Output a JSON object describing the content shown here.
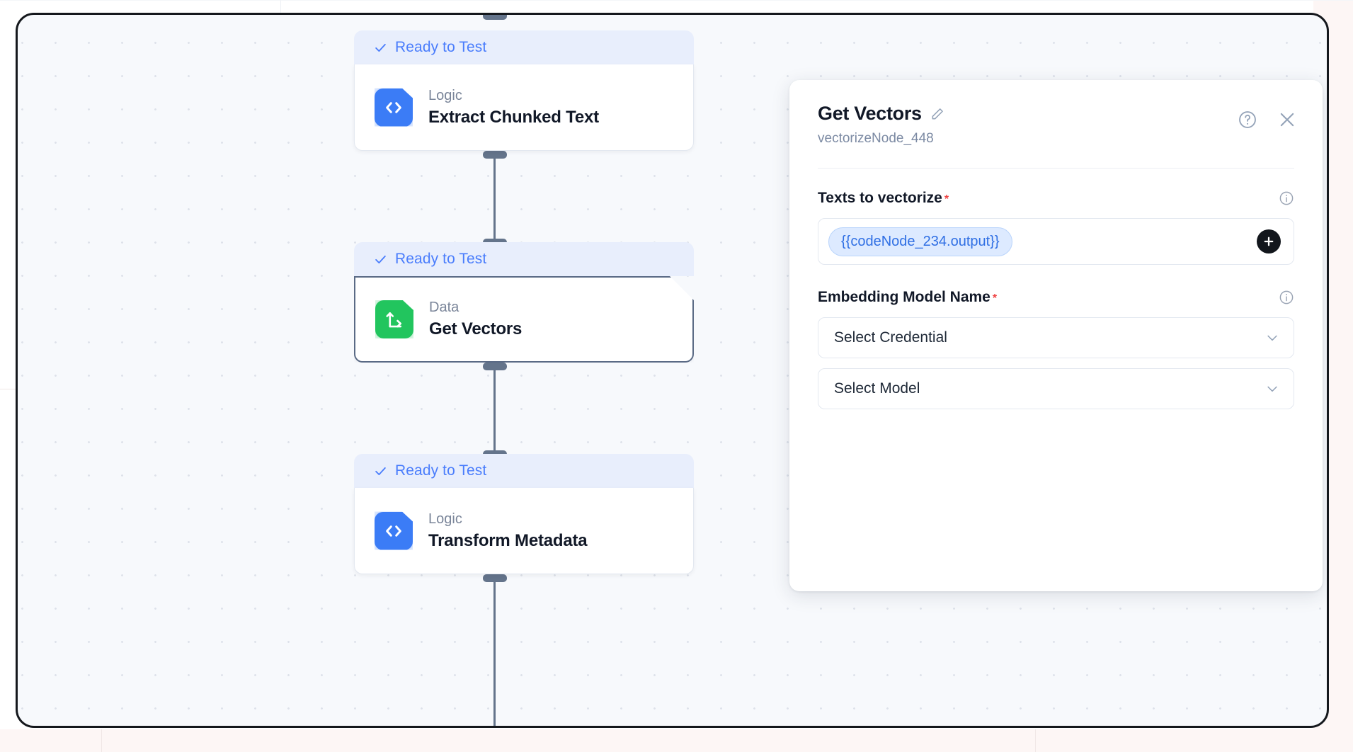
{
  "canvas": {
    "background_color": "#f7f9fc",
    "dot_grid": true,
    "nodes": [
      {
        "status": "Ready to Test",
        "status_icon": "check-icon",
        "kind": "Logic",
        "title": "Extract Chunked Text",
        "icon": "code-tag-icon",
        "icon_color": "#3b7cf6",
        "selected": false
      },
      {
        "status": "Ready to Test",
        "status_icon": "check-icon",
        "kind": "Data",
        "title": "Get Vectors",
        "icon": "vector-axes-icon",
        "icon_color": "#22c55e",
        "selected": true
      },
      {
        "status": "Ready to Test",
        "status_icon": "check-icon",
        "kind": "Logic",
        "title": "Transform Metadata",
        "icon": "code-tag-icon",
        "icon_color": "#3b7cf6",
        "selected": false
      }
    ]
  },
  "inspector": {
    "title": "Get Vectors",
    "edit_icon": "pencil-icon",
    "subtitle": "vectorizeNode_448",
    "help_icon": "question-circle-icon",
    "close_icon": "close-icon",
    "fields": {
      "texts": {
        "label": "Texts to vectorize",
        "required": "*",
        "info_icon": "info-circle-icon",
        "chips": [
          "{{codeNode_234.output}}"
        ],
        "add_icon": "plus-icon"
      },
      "embedding": {
        "label": "Embedding Model Name",
        "required": "*",
        "info_icon": "info-circle-icon",
        "credential_select": "Select Credential",
        "model_select": "Select Model",
        "chevron_icon": "chevron-down-icon"
      }
    }
  },
  "colors": {
    "status_bg": "#e8eefc",
    "status_text": "#4a7dfc",
    "logic_icon": "#3b7cf6",
    "data_icon": "#22c55e",
    "chip_text": "#2f6fe4",
    "required_star": "#ef4444",
    "selected_border": "#5a6a85"
  }
}
